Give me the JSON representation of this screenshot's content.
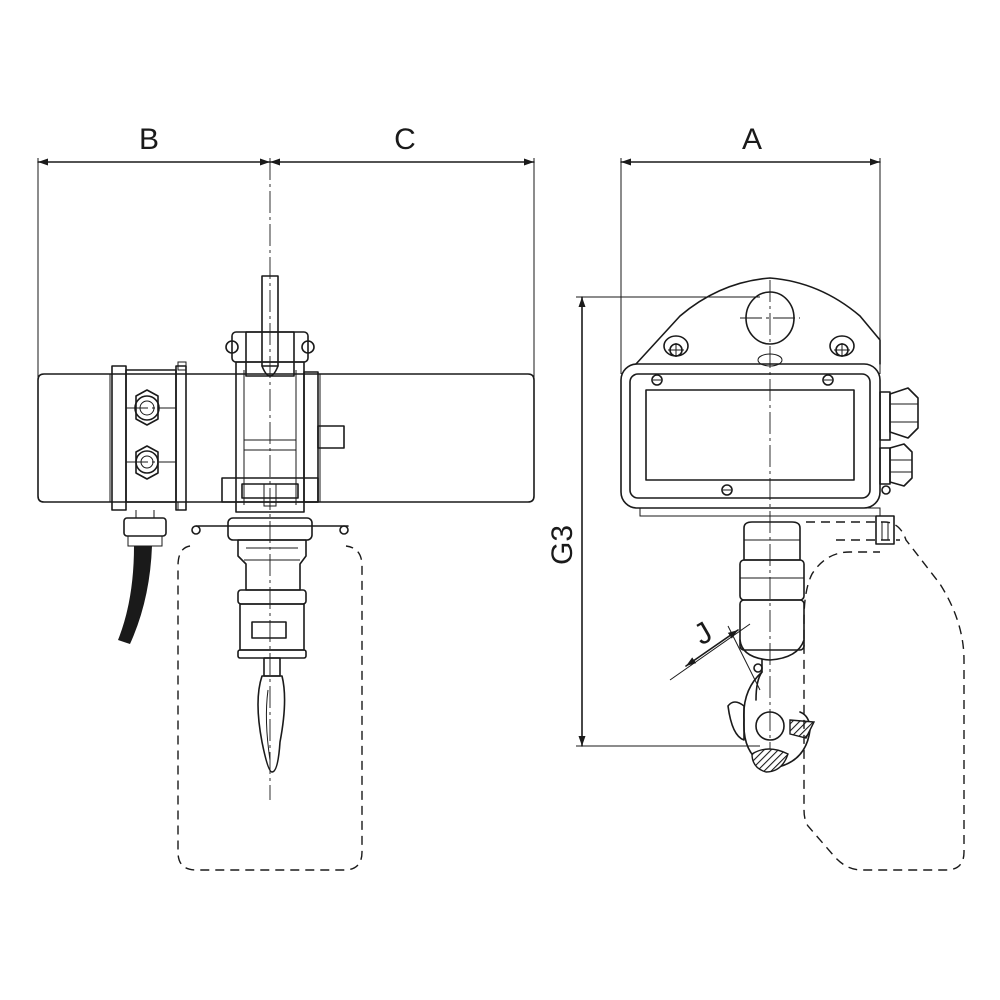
{
  "dimensions": {
    "B": "B",
    "C": "C",
    "A": "A",
    "G3": "G3",
    "J": "J"
  },
  "ink_color": "#1a1a1a",
  "background_color": "#ffffff"
}
